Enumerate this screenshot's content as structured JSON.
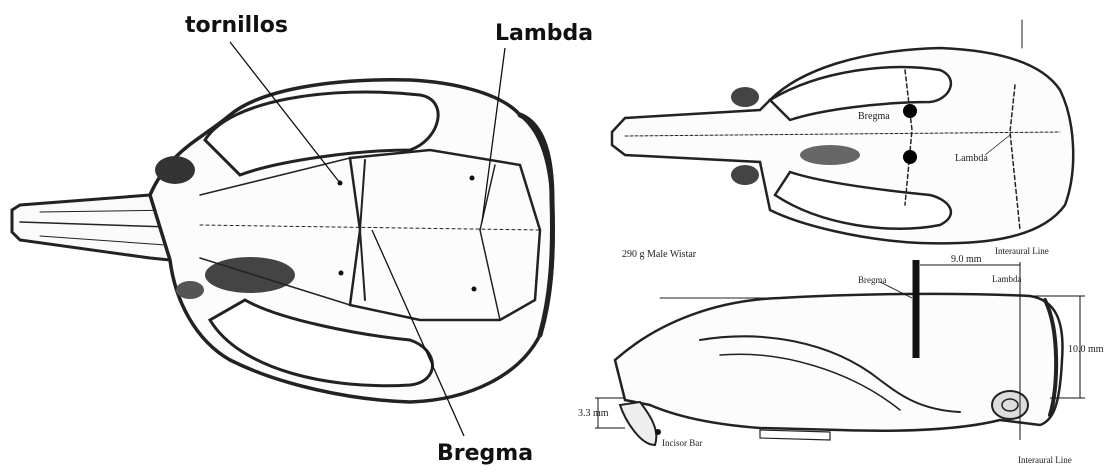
{
  "left_figure": {
    "labels": {
      "screws": "tornillos",
      "lambda": "Lambda",
      "bregma": "Bregma"
    }
  },
  "right_figure": {
    "top_view": {
      "bregma": "Bregma",
      "lambda": "Lambda",
      "caption": "290 g Male Wistar",
      "interaural": "Interaural Line"
    },
    "side_view": {
      "bregma": "Bregma",
      "lambda": "Lambda",
      "dist_bregma_lambda": "9.0 mm",
      "height": "10.0 mm",
      "incisor_height": "3.3 mm",
      "incisor_bar": "Incisor Bar",
      "interaural": "Interaural Line"
    }
  }
}
